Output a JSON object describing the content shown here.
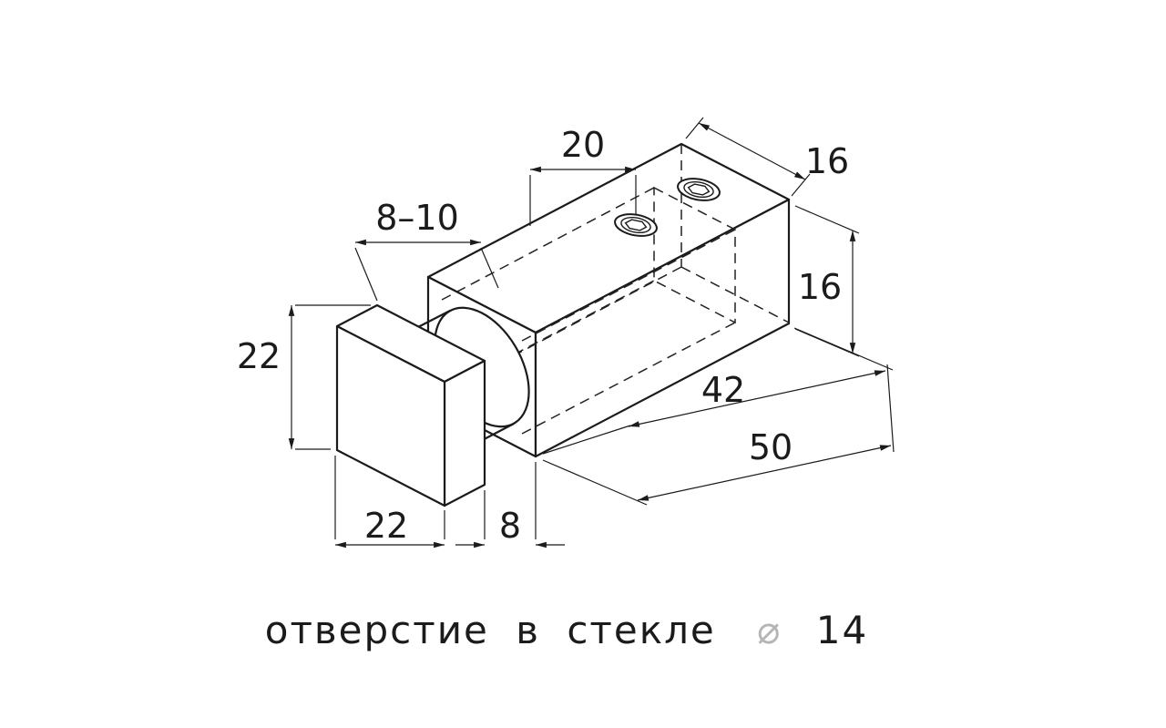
{
  "drawing": {
    "dims": {
      "hole_offset": "20",
      "body_width": "16",
      "glass_range": "8–10",
      "plate_size_v": "22",
      "body_height": "16",
      "slot_depth": "42",
      "body_length": "50",
      "plate_size_h": "22",
      "gap": "8"
    },
    "note": {
      "text": "отверстие в стекле",
      "symbol": "⌀",
      "value": "14"
    },
    "colors": {
      "ink": "#1b1b1b",
      "background": "#ffffff",
      "symbol": "#b5b5b5"
    }
  }
}
